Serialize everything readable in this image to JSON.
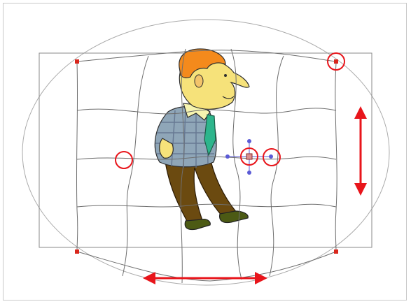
{
  "canvas": {
    "background": "#ffffff",
    "border_color": "#c9c9c9"
  },
  "deformer": {
    "type": "envelope-deformation",
    "grid_columns": 5,
    "grid_rows": 4,
    "grid_line_color": "#6e6e6e",
    "bounding_box_color": "#8a8a8a",
    "envelope_color": "#aaaaaa",
    "corner_point_color": "#d9261c",
    "control_point_color": "#5b5bd6"
  },
  "character": {
    "icon": "cartoon-man-character",
    "colors": {
      "skin": "#f6e27a",
      "hair": "#f48a1c",
      "shirt": "#f6f4b0",
      "vest": "#8fa6b8",
      "tie": "#2db58c",
      "pants": "#6b4a10",
      "shoes": "#4c5a14"
    }
  },
  "annotations": {
    "highlight_color": "#e8151b",
    "arrow_color": "#e8151b",
    "circles": [
      "top-right-corner-highlight",
      "left-edge-highlight",
      "center-point-highlight",
      "tangent-point-highlight"
    ],
    "arrows": [
      "vertical-scale-arrow",
      "horizontal-scale-arrow"
    ]
  }
}
